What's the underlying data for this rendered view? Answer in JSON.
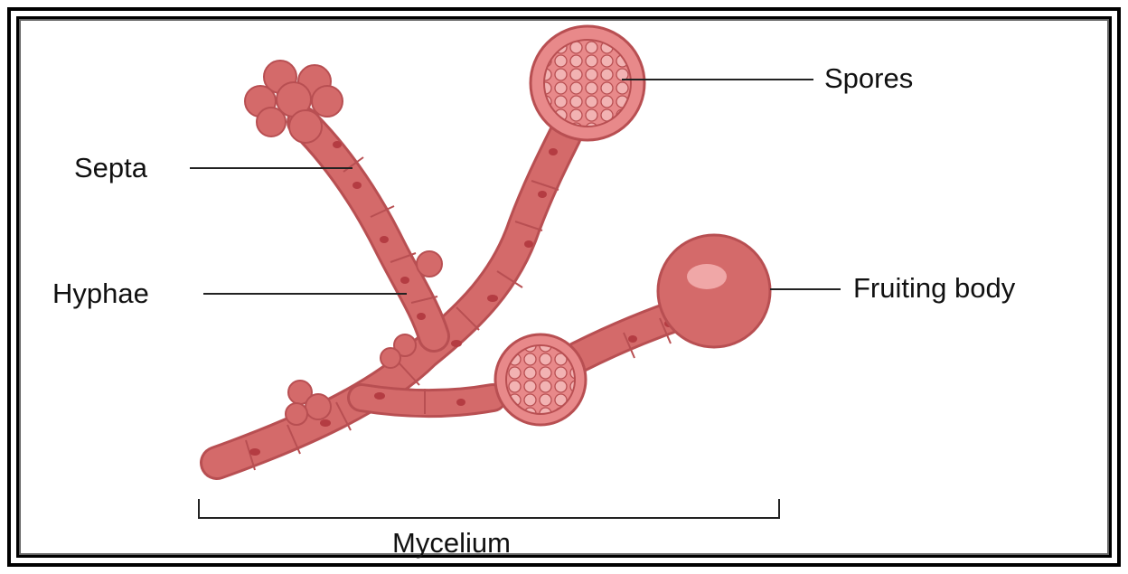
{
  "labels": {
    "spores": "Spores",
    "septa": "Septa",
    "hyphae": "Hyphae",
    "fruiting_body": "Fruiting body",
    "mycelium": "Mycelium"
  },
  "colors": {
    "hypha_fill": "#d46a6a",
    "hypha_dark": "#b84f52",
    "nucleus": "#b43c42",
    "sporangium_fill": "#e8898a",
    "spore_fill": "#f2b3b3",
    "highlight": "#f0a7a7",
    "line": "#222222",
    "frame": "#000000"
  }
}
